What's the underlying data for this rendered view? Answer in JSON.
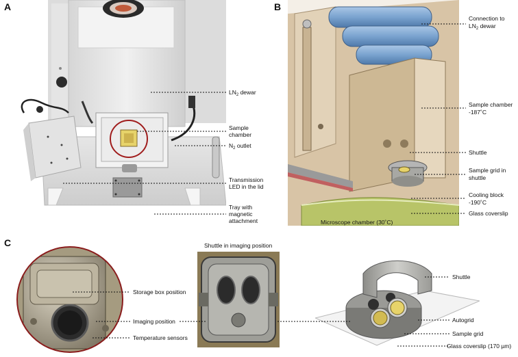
{
  "panels": {
    "a": {
      "letter": "A",
      "labels": {
        "ln2_dewar_pre": "LN",
        "ln2_dewar_sub": "2",
        "ln2_dewar_post": " dewar",
        "sample_chamber": "Sample chamber",
        "n2_outlet_pre": "N",
        "n2_outlet_sub": "2",
        "n2_outlet_post": " outlet",
        "transmission_led": "Transmission LED in the lid",
        "tray": "Tray with magnetic attachment"
      }
    },
    "b": {
      "letter": "B",
      "labels": {
        "connection_pre": "Connection to",
        "connection_ln": "LN",
        "connection_sub": "2",
        "connection_post": " dewar",
        "sample_chamber": "Sample chamber",
        "sample_chamber_temp": "-187˚C",
        "shuttle": "Shuttle",
        "sample_grid": "Sample grid in shuttle",
        "cooling_block": "Cooling block",
        "cooling_block_temp": "-190˚C",
        "glass_coverslip": "Glass coverslip",
        "microscope_chamber": "Microscope chamber (30˚C)"
      }
    },
    "c": {
      "letter": "C",
      "labels": {
        "storage_box": "Storage box position",
        "imaging_position": "Imaging position",
        "temperature_sensors": "Temperature sensors",
        "shuttle_imaging_title": "Shuttle in imaging position",
        "shuttle": "Shuttle",
        "autogrid": "Autogrid",
        "sample_grid": "Sample grid",
        "glass_coverslip": "Glass coverslip (170 µm)"
      }
    }
  },
  "colors": {
    "text": "#111111",
    "leader_line": "#111111",
    "dewar_white": "#e9e9e9",
    "cad_tan": "#d8c4a6",
    "cad_blue": "#7aa3cf",
    "metal_gray": "#a8a8a4",
    "red_ring": "#a01d1d",
    "sample_yellow": "#e7d36a"
  }
}
